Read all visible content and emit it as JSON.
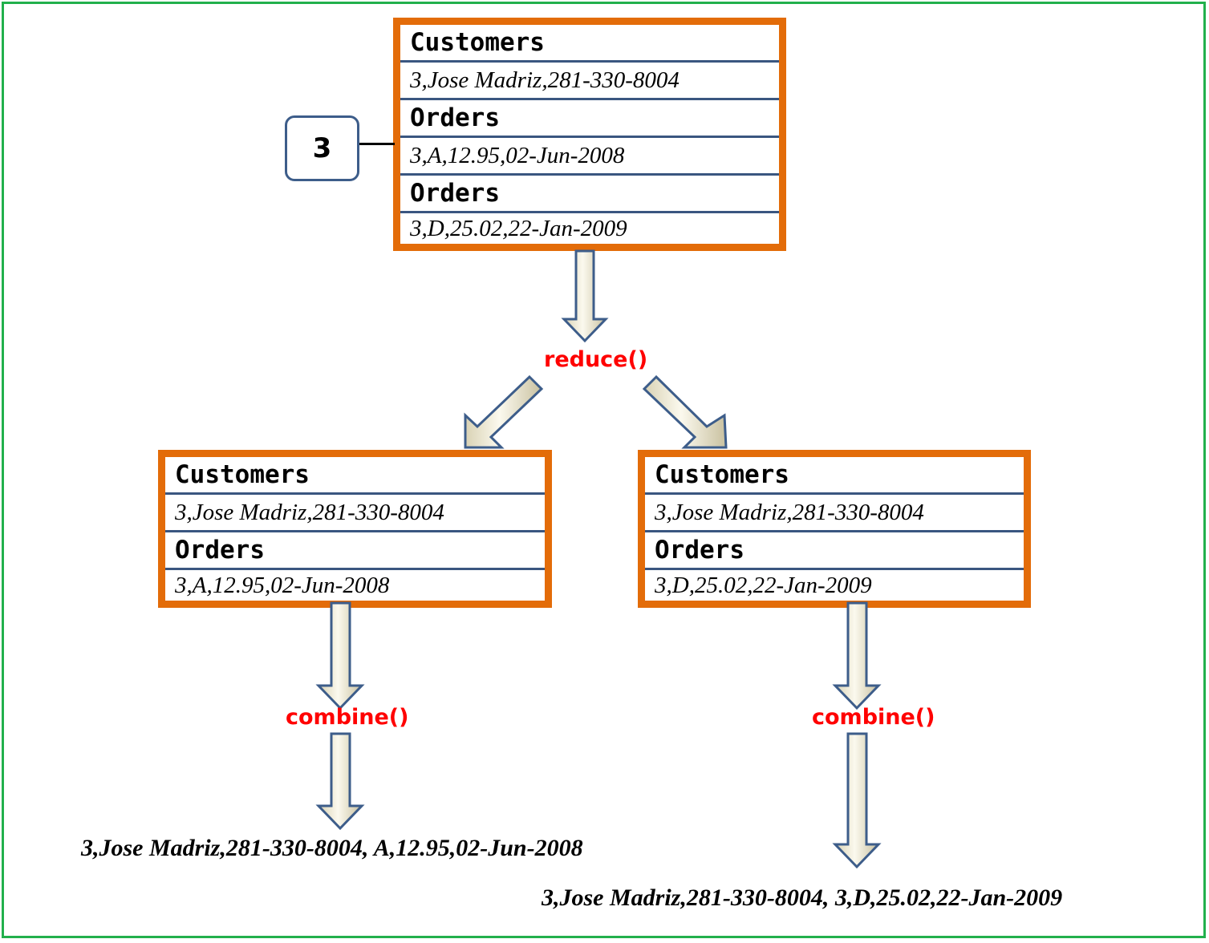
{
  "key": "3",
  "top_table": {
    "rows": [
      {
        "type": "head",
        "text": "Customers"
      },
      {
        "type": "val",
        "text": "3,Jose Madriz,281-330-8004"
      },
      {
        "type": "head",
        "text": "Orders"
      },
      {
        "type": "val",
        "text": "3,A,12.95,02-Jun-2008"
      },
      {
        "type": "head",
        "text": "Orders"
      },
      {
        "type": "val",
        "text": "3,D,25.02,22-Jan-2009"
      }
    ]
  },
  "left_table": {
    "rows": [
      {
        "type": "head",
        "text": "Customers"
      },
      {
        "type": "val",
        "text": "3,Jose Madriz,281-330-8004"
      },
      {
        "type": "head",
        "text": "Orders"
      },
      {
        "type": "val",
        "text": "3,A,12.95,02-Jun-2008"
      }
    ]
  },
  "right_table": {
    "rows": [
      {
        "type": "head",
        "text": "Customers"
      },
      {
        "type": "val",
        "text": "3,Jose Madriz,281-330-8004"
      },
      {
        "type": "head",
        "text": "Orders"
      },
      {
        "type": "val",
        "text": "3,D,25.02,22-Jan-2009"
      }
    ]
  },
  "labels": {
    "reduce": "reduce()",
    "combine_left": "combine()",
    "combine_right": "combine()"
  },
  "results": {
    "left": "3,Jose Madriz,281-330-8004, A,12.95,02-Jun-2008",
    "right": "3,Jose Madriz,281-330-8004, 3,D,25.02,22-Jan-2009"
  },
  "colors": {
    "frame": "#22b04c",
    "table_border": "#e36c09",
    "row_divider": "#3a5680",
    "function_label": "#ff0000",
    "arrow_fill": "#f3efd9",
    "arrow_stroke": "#3d5d8a"
  }
}
